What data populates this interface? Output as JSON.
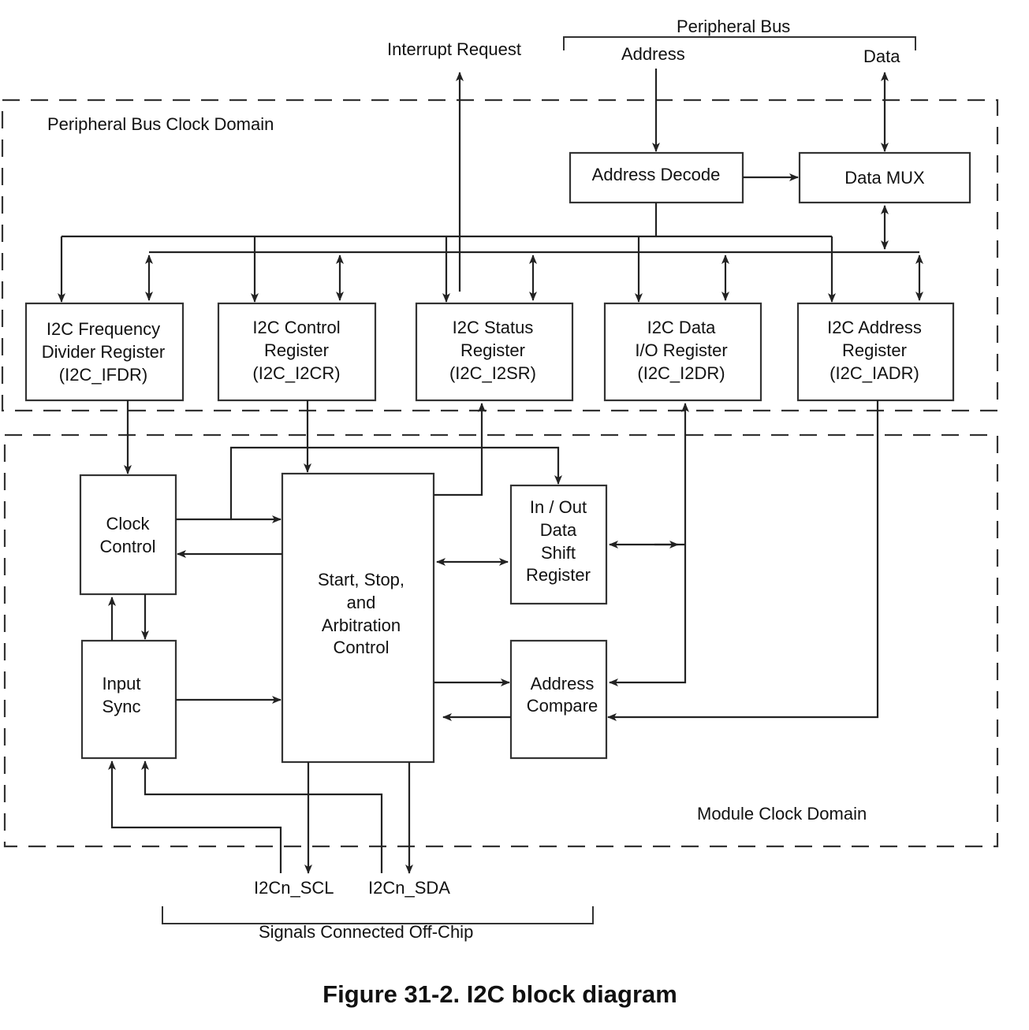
{
  "domains": {
    "peripheral": "Peripheral Bus Clock Domain",
    "module": "Module Clock Domain"
  },
  "signals": {
    "interrupt": "Interrupt Request",
    "peripheral_bus": "Peripheral Bus",
    "address": "Address",
    "data": "Data",
    "scl": "I2Cn_SCL",
    "sda": "I2Cn_SDA",
    "offchip": "Signals Connected Off-Chip"
  },
  "blocks": {
    "address_decode": [
      "Address Decode"
    ],
    "data_mux": [
      "Data MUX"
    ],
    "ifdr": [
      "I2C Frequency",
      "Divider Register",
      "(I2C_IFDR)"
    ],
    "i2cr": [
      "I2C Control",
      "Register",
      "(I2C_I2CR)"
    ],
    "i2sr": [
      "I2C Status",
      "Register",
      "(I2C_I2SR)"
    ],
    "i2dr": [
      "I2C Data",
      "I/O Register",
      "(I2C_I2DR)"
    ],
    "iadr": [
      "I2C Address",
      "Register",
      "(I2C_IADR)"
    ],
    "clock_control": [
      "Clock",
      "Control"
    ],
    "input_sync": [
      "Input",
      "Sync"
    ],
    "arbitration": [
      "Start,  Stop,",
      "and",
      "Arbitration",
      "Control"
    ],
    "shift_register": [
      "In / Out",
      "Data",
      "Shift",
      "Register"
    ],
    "address_compare": [
      "Address",
      "Compare"
    ]
  },
  "caption": "Figure 31-2. I2C block diagram"
}
